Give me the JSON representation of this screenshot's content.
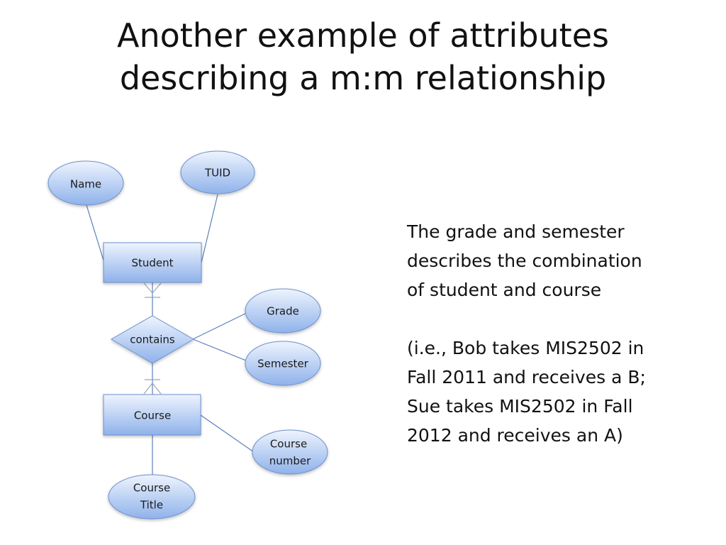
{
  "slide": {
    "title_lines": [
      "Another example of attributes",
      "describing a m:m relationship"
    ]
  },
  "diagram": {
    "entities": {
      "student": "Student",
      "course": "Course"
    },
    "relationship": "contains",
    "attributes": {
      "name": "Name",
      "tuid": "TUID",
      "grade": "Grade",
      "semester": "Semester",
      "course_number": [
        "Course",
        "number"
      ],
      "course_title": [
        "Course",
        "Title"
      ]
    }
  },
  "explanation": {
    "paragraph1": [
      "The grade and semester",
      "describes the combination",
      "of student and course"
    ],
    "paragraph2": [
      "(i.e., Bob takes MIS2502 in",
      "Fall 2011 and receives a B;",
      "Sue takes MIS2502 in Fall",
      "2012 and receives an A)"
    ]
  },
  "colors": {
    "shape_fill_top": "#eef4fd",
    "shape_fill_bottom": "#8fb2ea",
    "shape_stroke": "#6e92cf",
    "connector": "#5b7fbe"
  }
}
